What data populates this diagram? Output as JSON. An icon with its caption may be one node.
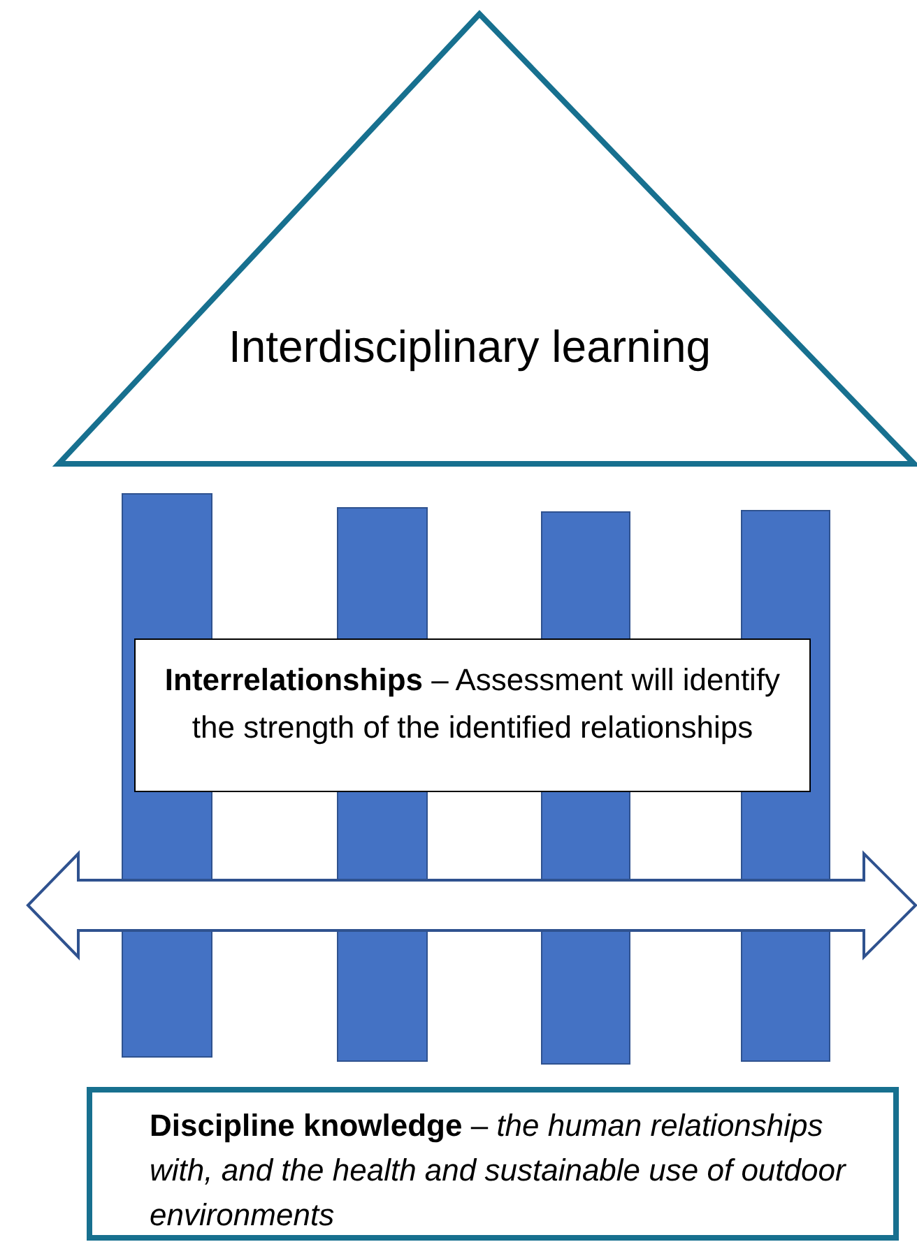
{
  "diagram": {
    "nodes": [
      {
        "text": [
          "Interdisciplinary learning"
        ]
      },
      {
        "text": [],
        "shape": "bar"
      },
      {
        "text": [],
        "shape": "bar"
      },
      {
        "text": [],
        "shape": "bar"
      },
      {
        "text": [],
        "shape": "bar"
      },
      {
        "text": [
          "**Interrelationships** – Assessment will identify the strength of the identified relationships"
        ]
      },
      {
        "text": [
          "**Discipline knowledge** – *the human relationships with, and the health and sustainable use of outdoor environments*"
        ]
      }
    ],
    "edges": []
  }
}
